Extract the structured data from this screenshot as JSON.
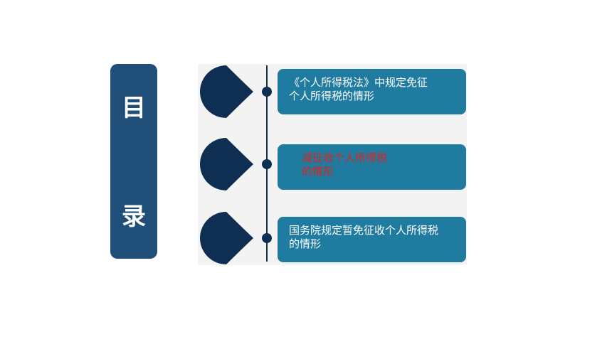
{
  "toc": {
    "title_char_1": "目",
    "title_char_2": "录"
  },
  "items": [
    {
      "label": "《个人所得税法》中规定免征\n        个人所得税的情形",
      "color": "#ffffff"
    },
    {
      "label": "减征收个人所得税\n的情形",
      "color": "#e0231d"
    },
    {
      "label": "国务院规定暂免征收个人所得税\n的情形",
      "color": "#ffffff"
    }
  ],
  "colors": {
    "title_box": "#1f4e79",
    "item_box": "#1f7b9f",
    "drop_shape": "#0f2f52",
    "panel_bg": "#f3f3f3"
  }
}
